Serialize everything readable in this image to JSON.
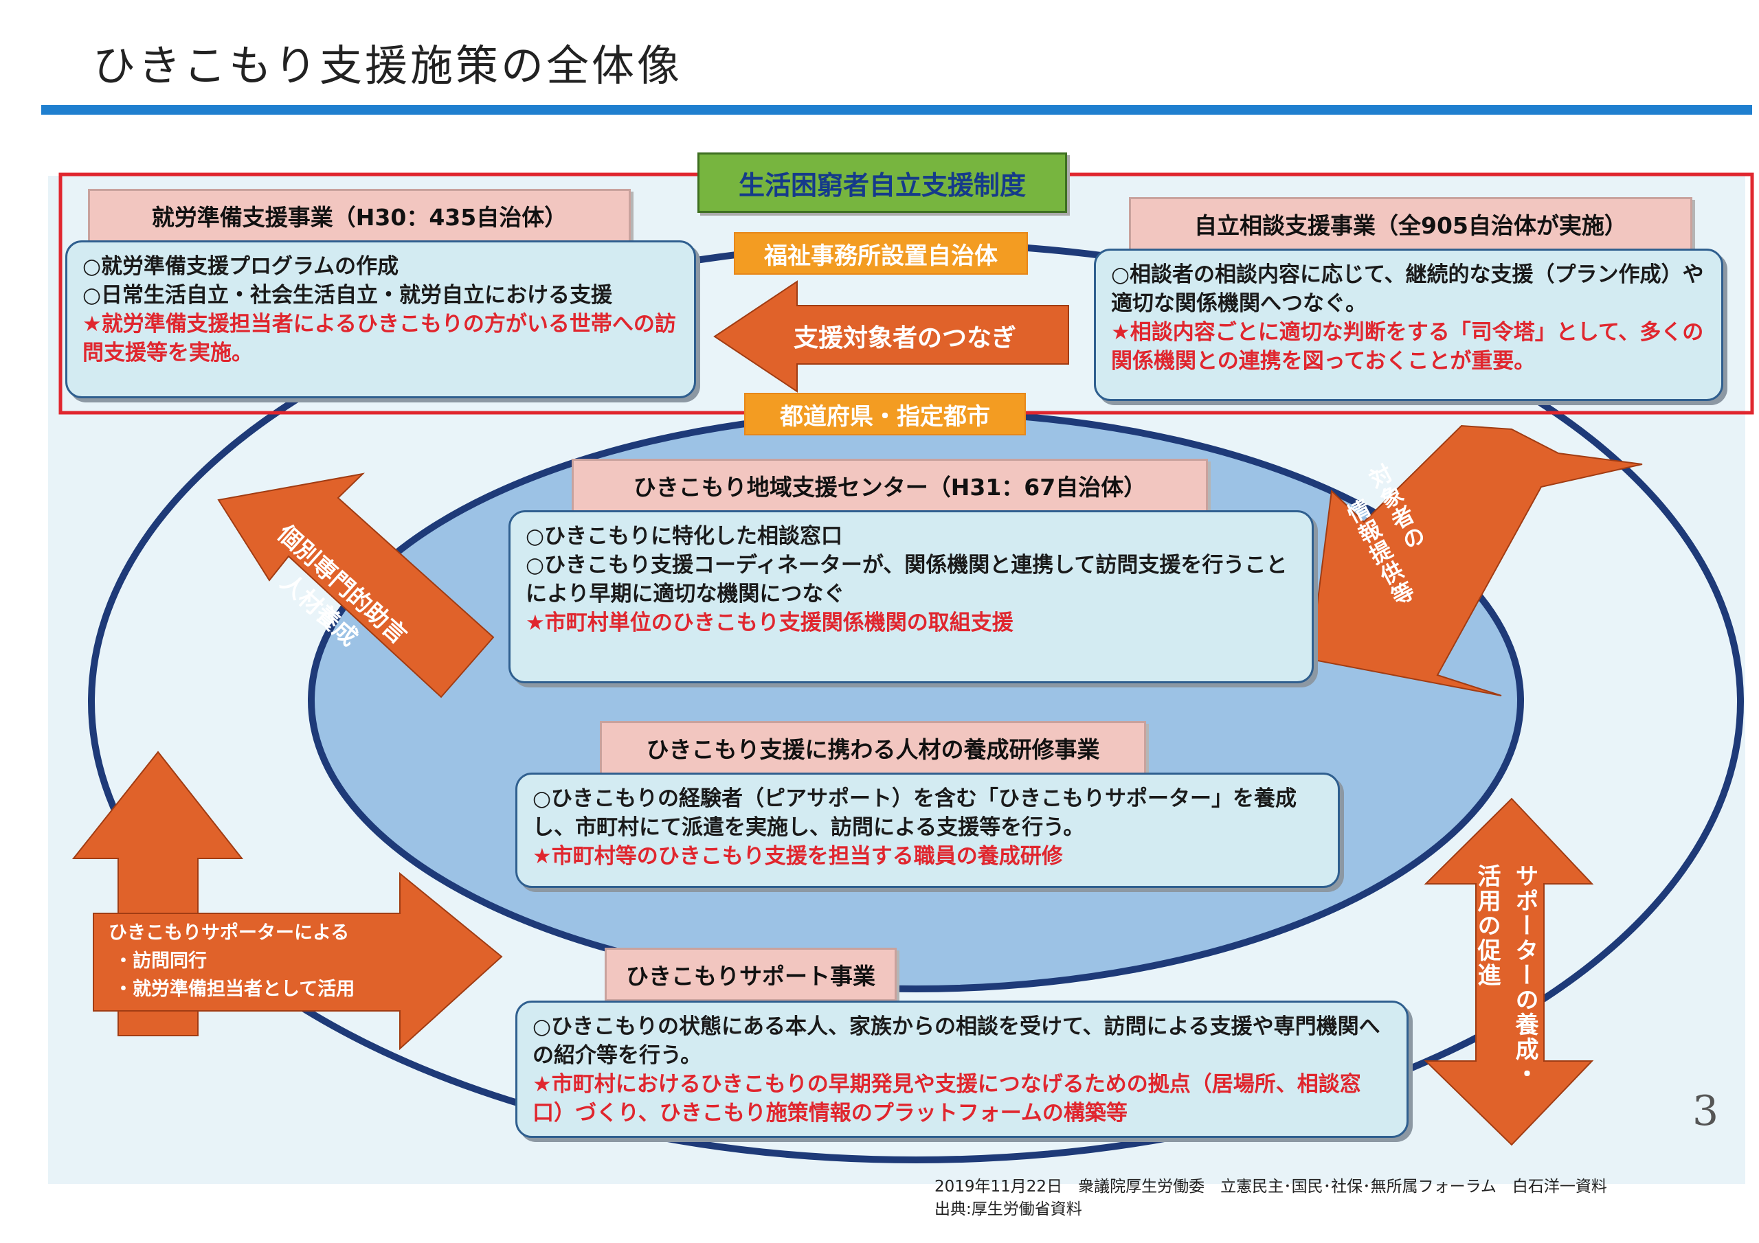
{
  "page": {
    "title": "ひきこもり支援施策の全体像",
    "page_number": "3",
    "footer": {
      "line1": "2019年11月22日　衆議院厚生労働委　立憲民主･国民･社保･無所属フォーラム　白石洋一資料",
      "line2": "出典:厚生労働省資料"
    }
  },
  "colors": {
    "title_rule": "#1f7fcf",
    "frame_red": "#e0262e",
    "outer_ellipse": "#e9f4f9",
    "inner_ellipse": "#9cc2e5",
    "ellipse_stroke": "#1e3a78",
    "arrow_orange": "#e0622a",
    "label_orange": "#f39c22",
    "header_pink": "#f2c6c0",
    "content_blue": "#d3ebf2",
    "green": "#77b53f",
    "red_text": "#e0262e"
  },
  "system": {
    "label": "生活困窮者自立支援制度",
    "welfare_office_label": "福祉事務所設置自治体",
    "prefecture_label": "都道府県・指定都市"
  },
  "employment_prep": {
    "header": "就労準備支援事業（H30：435自治体）",
    "items": [
      "○就労準備支援プログラムの作成",
      "○日常生活自立・社会生活自立・就労自立における支援"
    ],
    "highlight": "★就労準備支援担当者によるひきこもりの方がいる世帯への訪問支援等を実施。"
  },
  "self_reliance": {
    "header": "自立相談支援事業（全905自治体が実施）",
    "items": [
      "○相談者の相談内容に応じて、継続的な支援（プラン作成）や適切な関係機関へつなぐ。"
    ],
    "highlight": "★相談内容ごとに適切な判断をする「司令塔」として、多くの関係機関との連携を図っておくことが重要。"
  },
  "regional_center": {
    "header": "ひきこもり地域支援センター（H31：67自治体）",
    "items": [
      "○ひきこもりに特化した相談窓口",
      "○ひきこもり支援コーディネーターが、関係機関と連携して訪問支援を行うことにより早期に適切な機関につなぐ"
    ],
    "highlight": "★市町村単位のひきこもり支援関係機関の取組支援"
  },
  "training": {
    "header": "ひきこもり支援に携わる人材の養成研修事業",
    "items": [
      "○ひきこもりの経験者（ピアサポート）を含む「ひきこもりサポーター」を養成し、市町村にて派遣を実施し、訪問による支援等を行う。"
    ],
    "highlight": "★市町村等のひきこもり支援を担当する職員の養成研修"
  },
  "support_project": {
    "header": "ひきこもりサポート事業",
    "items": [
      "○ひきこもりの状態にある本人、家族からの相談を受けて、訪問による支援や専門機関への紹介等を行う。"
    ],
    "highlight": "★市町村におけるひきこもりの早期発見や支援につなげるための拠点（居場所、相談窓口）づくり、ひきこもり施策情報のプラットフォームの構築等"
  },
  "arrows": {
    "connect": "支援対象者のつなぎ",
    "advice_line1": "個別専門的助言",
    "advice_line2": "人材養成",
    "info_line1": "対象者の",
    "info_line2": "情報提供等",
    "supporter_intro": "ひきこもりサポーターによる",
    "supporter_item1": "・訪問同行",
    "supporter_item2": "・就労準備担当者として活用",
    "promote_line1": "サポーターの養成・",
    "promote_line2": "活用の促進"
  }
}
